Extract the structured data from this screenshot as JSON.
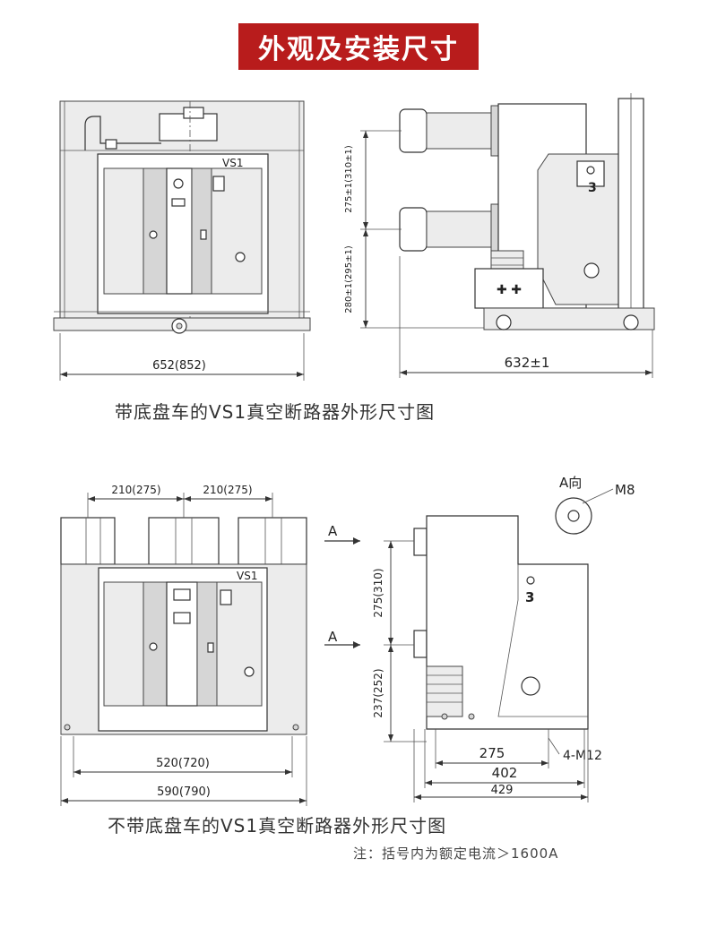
{
  "title": "外观及安装尺寸",
  "top_figure": {
    "caption": "带底盘车的VS1真空断路器外形尺寸图",
    "panel_label": "VS1",
    "marker_3": "3",
    "dim_width": "652(852)",
    "dim_depth": "632±1",
    "dim_upper_vertical": "275±1(310±1)",
    "dim_lower_vertical": "280±1(295±1)"
  },
  "bottom_figure": {
    "caption": "不带底盘车的VS1真空断路器外形尺寸图",
    "panel_label": "VS1",
    "marker_3": "3",
    "pole_spacing_left": "210(275)",
    "pole_spacing_right": "210(275)",
    "dim_inner_width": "520(720)",
    "dim_outer_width": "590(790)",
    "arrow_label_top": "A",
    "arrow_label_bottom": "A",
    "dim_upper_vertical": "275(310)",
    "dim_lower_vertical": "237(252)",
    "dim_275": "275",
    "dim_402": "402",
    "dim_429": "429",
    "bolt_label": "4-M12",
    "view_label": "A向",
    "thread_label": "M8"
  },
  "note": "注：括号内为额定电流＞1600A"
}
